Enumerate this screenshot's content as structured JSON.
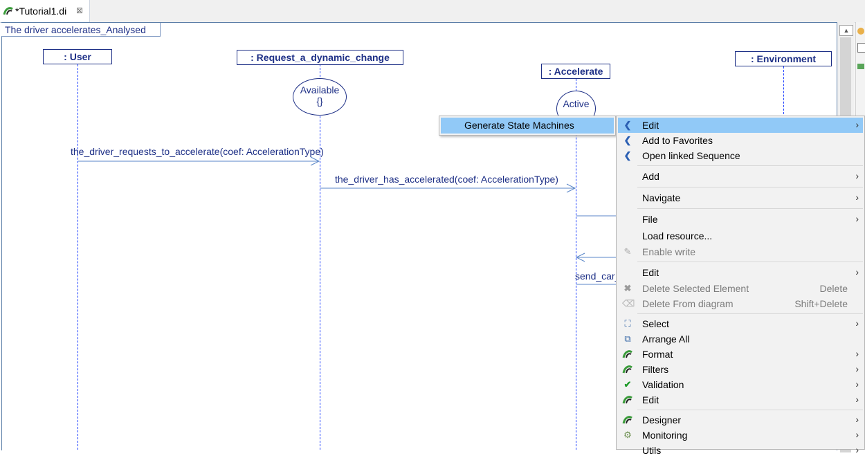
{
  "tab": {
    "title": "*Tutorial1.di",
    "close_glyph": "⊠"
  },
  "diagram": {
    "frame_title": "The driver accelerates_Analysed",
    "lifelines": [
      {
        "name": ": User"
      },
      {
        "name": ": Request_a_dynamic_change"
      },
      {
        "name": ": Accelerate"
      },
      {
        "name": ": Environment"
      }
    ],
    "states": [
      {
        "line1": "Available",
        "line2": "{}"
      },
      {
        "line1": "Active"
      }
    ],
    "messages": [
      {
        "label": "the_driver_requests_to_accelerate(coef: AccelerationType)"
      },
      {
        "label": "the_driver_has_accelerated(coef: AccelerationType)"
      },
      {
        "label": "send_car_"
      }
    ]
  },
  "submenu": {
    "label": "Generate State Machines"
  },
  "context_menu": {
    "items": [
      {
        "label": "Edit",
        "icon": "papyrus-chevron-icon",
        "submenu": true,
        "highlighted": true
      },
      {
        "label": "Add to Favorites",
        "icon": "papyrus-chevron-icon"
      },
      {
        "label": "Open linked Sequence",
        "icon": "papyrus-chevron-icon"
      },
      {
        "label": "Add",
        "submenu": true
      },
      {
        "label": "Navigate",
        "submenu": true
      },
      {
        "label": "File",
        "submenu": true
      },
      {
        "label": "Load resource..."
      },
      {
        "label": "Enable write",
        "icon": "pencil-icon",
        "disabled": true
      },
      {
        "label": "Edit",
        "submenu": true
      },
      {
        "label": "Delete Selected Element",
        "icon": "delete-x-icon",
        "disabled": true,
        "shortcut": "Delete"
      },
      {
        "label": "Delete From diagram",
        "icon": "eraser-icon",
        "disabled": true,
        "shortcut": "Shift+Delete"
      },
      {
        "label": "Select",
        "icon": "select-icon",
        "submenu": true
      },
      {
        "label": "Arrange All",
        "icon": "arrange-icon"
      },
      {
        "label": "Format",
        "icon": "papyrus-logo-icon",
        "submenu": true
      },
      {
        "label": "Filters",
        "icon": "papyrus-logo-icon",
        "submenu": true
      },
      {
        "label": "Validation",
        "icon": "checkmark-icon",
        "submenu": true
      },
      {
        "label": "Edit",
        "icon": "papyrus-logo-icon",
        "submenu": true
      },
      {
        "label": "Designer",
        "icon": "papyrus-logo-icon",
        "submenu": true
      },
      {
        "label": "Monitoring",
        "icon": "gear-icon",
        "submenu": true
      },
      {
        "label": "Utils",
        "submenu": true
      }
    ]
  },
  "colors": {
    "highlight": "#91c9f7",
    "diagram_blue": "#1d2f86",
    "lifeline_dash": "#1a3cff",
    "message_line": "#5a86c8"
  }
}
